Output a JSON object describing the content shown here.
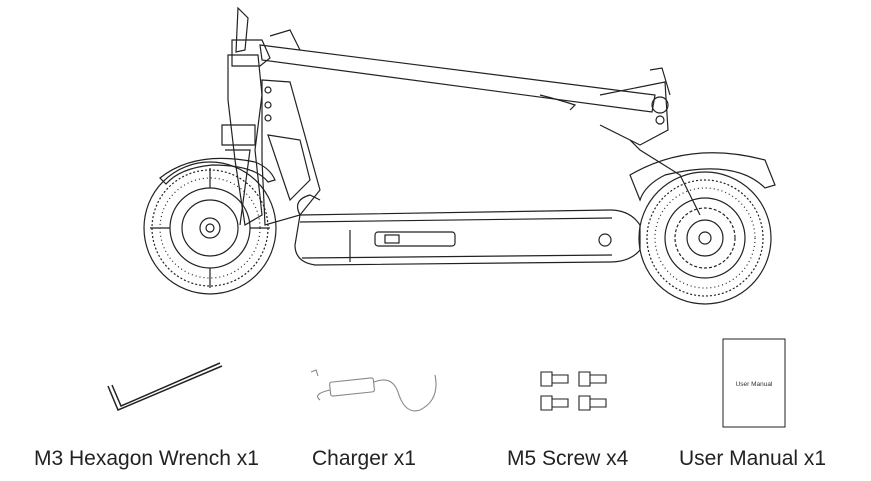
{
  "items": [
    {
      "label": "M3 Hexagon Wrench x1",
      "icon": "hex-wrench-icon"
    },
    {
      "label": "Charger x1",
      "icon": "charger-icon"
    },
    {
      "label": "M5 Screw x4",
      "icon": "screw-icon"
    },
    {
      "label": "User Manual x1",
      "icon": "manual-icon"
    }
  ],
  "manual_cover_text": "User Manual",
  "illustration": "scooter-line-drawing",
  "colors": {
    "line": "#222222",
    "background": "#ffffff"
  }
}
